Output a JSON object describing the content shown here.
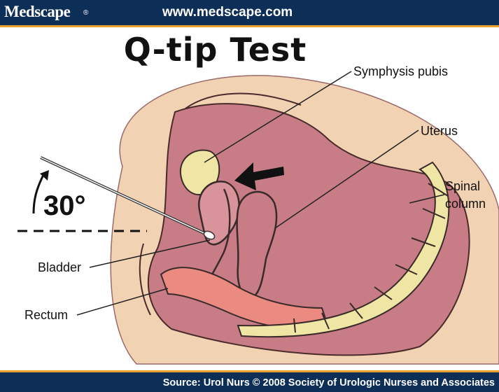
{
  "header": {
    "brand": "Medscape",
    "registered_mark": "®",
    "url": "www.medscape.com"
  },
  "title": "Q-tip Test",
  "labels": {
    "symphysis": "Symphysis pubis",
    "uterus": "Uterus",
    "spinal_line1": "Spinal",
    "spinal_line2": "column",
    "bladder": "Bladder",
    "rectum": "Rectum",
    "angle": "30°"
  },
  "colors": {
    "header_bg": "#0d2f57",
    "accent_rule": "#e9a12c",
    "tissue": "#c87c86",
    "skin": "#f1d2b3",
    "bone": "#efe6a5",
    "rectum": "#ea8a80"
  },
  "footer": {
    "source": "Source: Urol Nurs © 2008 Society of Urologic Nurses and Associates"
  }
}
